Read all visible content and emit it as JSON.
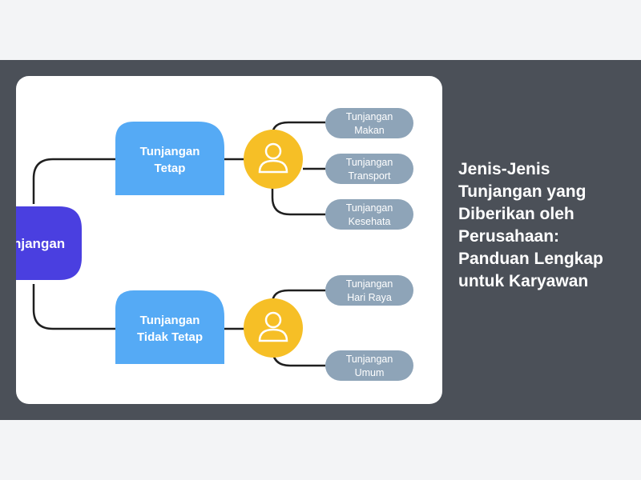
{
  "article": {
    "title": "Jenis-Jenis Tunjangan yang Diberikan oleh Perusahaan: Panduan Lengkap untuk Karyawan"
  },
  "diagram": {
    "root": {
      "label": "njangan"
    },
    "branches": [
      {
        "label_line1": "Tunjangan",
        "label_line2": "Tetap",
        "leaves": [
          {
            "line1": "Tunjangan",
            "line2": "Makan"
          },
          {
            "line1": "Tunjangan",
            "line2": "Transport"
          },
          {
            "line1": "Tunjangan",
            "line2": "Kesehata"
          }
        ]
      },
      {
        "label_line1": "Tunjangan",
        "label_line2": "Tidak Tetap",
        "leaves": [
          {
            "line1": "Tunjangan",
            "line2": "Hari Raya"
          },
          {
            "line1": "Tunjangan",
            "line2": "Umum"
          }
        ]
      }
    ]
  },
  "colors": {
    "band": "#4b5058",
    "root": "#4a3fe0",
    "branch": "#55aaf5",
    "hub": "#f6bf26",
    "leaf": "#8ea4b8",
    "connector": "#1f1f1f"
  }
}
